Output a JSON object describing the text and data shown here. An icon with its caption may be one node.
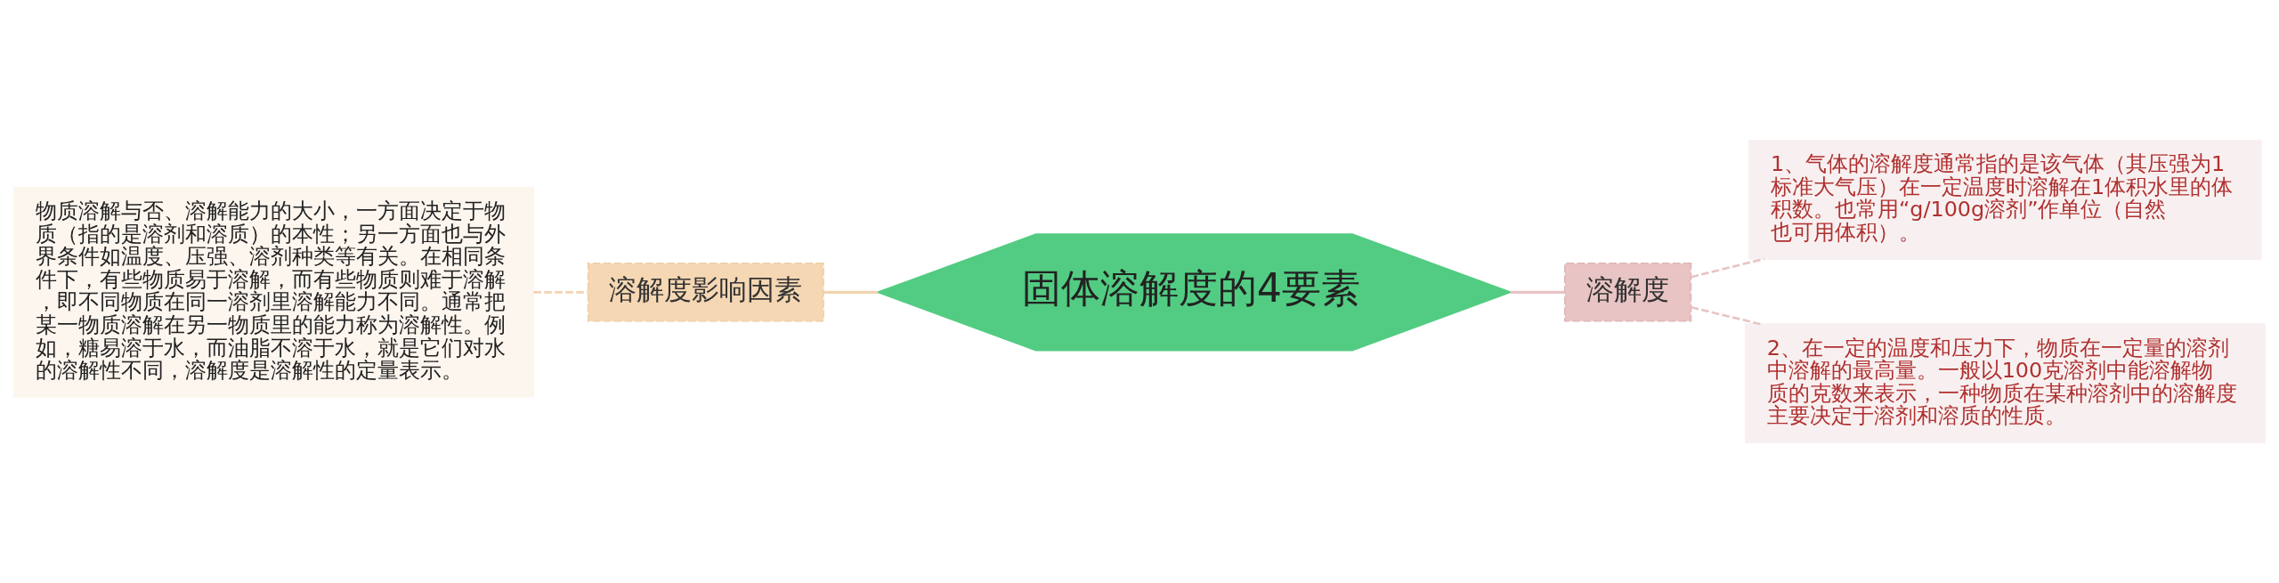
{
  "diagram": {
    "nodes": [
      {
        "text": [
          "固体溶解度的4要素"
        ]
      },
      {
        "text": [
          "溶解度影响因素"
        ]
      },
      {
        "text": [
          "物质溶解与否、溶解能力的大小，一方面决定于物质（指的是溶剂和溶质）的本性；另一方面也与外界条件如温度、压强、溶剂种类等有关。在相同条件下，有些物质易于溶解，而有些物质则难于溶解，即不同物质在同一溶剂里溶解能力不同。通常把某一物质溶解在另一物质里的能力称为溶解性。例如，糖易溶于水，而油脂不溶于水，就是它们对水的溶解性不同，溶解度是溶解性的定量表示。"
        ]
      },
      {
        "text": [
          "溶解度"
        ]
      },
      {
        "text": [
          "1、气体的溶解度通常指的是该气体（其压强为1标准大气压）在一定温度时溶解在1体积水里的体积数。也常用“g/100g溶剂”作单位（自然也可用体积）。"
        ]
      },
      {
        "text": [
          "2、在一定的温度和压力下，物质在一定量的溶剂中溶解的最高量。一般以100克溶剂中能溶解物质的克数来表示，一种物质在某种溶剂中的溶解度主要决定于溶剂和溶质的性质。"
        ]
      }
    ],
    "edges": [
      {
        "from": 0,
        "to": 1,
        "arrow": "none",
        "color": "#f2d3b0"
      },
      {
        "from": 1,
        "to": 2,
        "arrow": "none",
        "style": "dashed",
        "color": "#f2d3b0"
      },
      {
        "from": 0,
        "to": 3,
        "arrow": "none",
        "color": "#e8c3c3"
      },
      {
        "from": 3,
        "to": 4,
        "arrow": "none",
        "style": "dashed",
        "color": "#e8c3c3"
      },
      {
        "from": 3,
        "to": 5,
        "arrow": "none",
        "style": "dashed",
        "color": "#e8c3c3"
      }
    ]
  }
}
